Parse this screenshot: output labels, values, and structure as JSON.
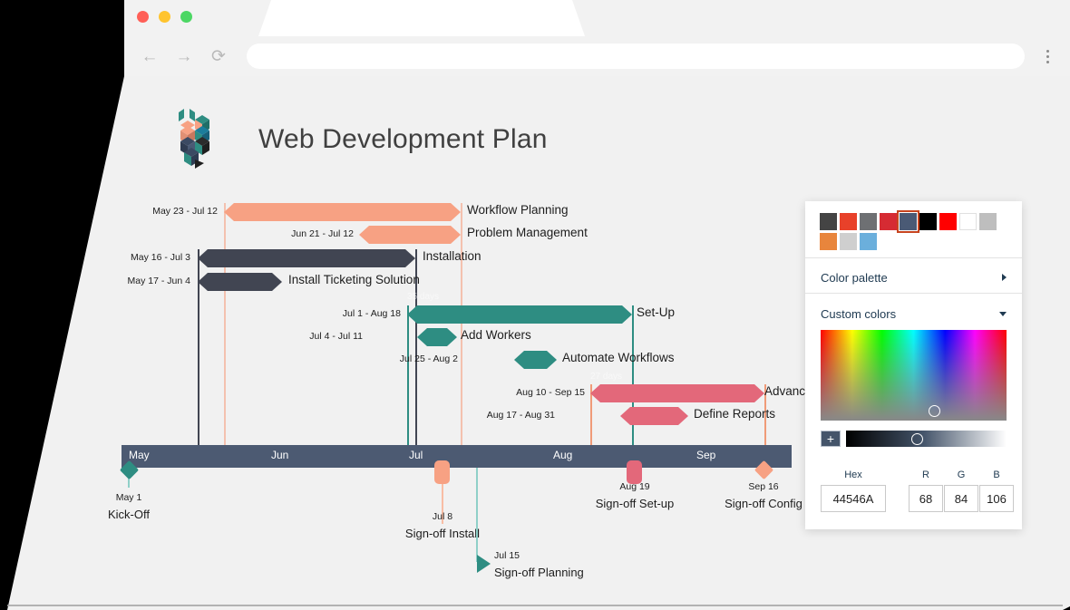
{
  "browser": {
    "back_icon": "←",
    "forward_icon": "→",
    "reload_icon": "⟳",
    "address_value": "",
    "address_placeholder": ""
  },
  "page": {
    "title": "Web Development Plan"
  },
  "chart_data": {
    "type": "gantt",
    "title": "Web Development Plan",
    "months": [
      "May",
      "Jun",
      "Jul",
      "Aug",
      "Sep"
    ],
    "tasks": [
      {
        "name": "Workflow Planning",
        "dates": "May 23 - Jul 12",
        "color": "#F7A183",
        "days_label": ""
      },
      {
        "name": "Problem Management",
        "dates": "Jun 21 - Jul 12",
        "color": "#F7A183",
        "days_label": ""
      },
      {
        "name": "Installation",
        "dates": "May 16 - Jul 3",
        "color": "#414552",
        "days_label": ""
      },
      {
        "name": "Install Ticketing Solution",
        "dates": "May 17 - Jun 4",
        "color": "#414552",
        "days_label": ""
      },
      {
        "name": "Set-Up",
        "dates": "Jul 1 - Aug 18",
        "color": "#2E8D82",
        "days_label": "35 days"
      },
      {
        "name": "Add Workers",
        "dates": "Jul 4 - Jul 11",
        "color": "#2E8D82",
        "days_label": ""
      },
      {
        "name": "Automate Workflows",
        "dates": "Jul 25 - Aug 2",
        "color": "#2E8D82",
        "days_label": ""
      },
      {
        "name": "Advanced",
        "dates": "Aug 10 - Sep 15",
        "color": "#E3687A",
        "days_label": "27 days"
      },
      {
        "name": "Define Reports",
        "dates": "Aug 17 - Aug 31",
        "color": "#E3687A",
        "days_label": ""
      }
    ],
    "milestones": [
      {
        "date": "May 1",
        "name": "Kick-Off",
        "shape": "diamond",
        "color": "#2E8D82"
      },
      {
        "date": "Jul 8",
        "name": "Sign-off Install",
        "shape": "rect",
        "color": "#F7A183"
      },
      {
        "date": "Jul 15",
        "name": "Sign-off Planning",
        "shape": "triangle",
        "color": "#2E8D82"
      },
      {
        "date": "Aug 19",
        "name": "Sign-off Set-up",
        "shape": "rect",
        "color": "#E3687A"
      },
      {
        "date": "Sep 16",
        "name": "Sign-off Config",
        "shape": "diamond",
        "color": "#F7A183"
      }
    ],
    "timeline_color": "#4C5A72"
  },
  "color_panel": {
    "swatches": [
      "#444444",
      "#E8412A",
      "#6E7073",
      "#D62B33",
      "#4A5A75",
      "#000000",
      "#FF0000",
      "#FFFFFF",
      "#BEBEBE",
      "#E8853C",
      "#CFCFCF",
      "#6BAFDC"
    ],
    "selected_swatch_index": 4,
    "color_palette_label": "Color palette",
    "custom_colors_label": "Custom colors",
    "add_color_label": "+",
    "hex_label": "Hex",
    "hex_value": "44546A",
    "r_label": "R",
    "r_value": "68",
    "g_label": "G",
    "g_value": "84",
    "b_label": "B",
    "b_value": "106"
  }
}
